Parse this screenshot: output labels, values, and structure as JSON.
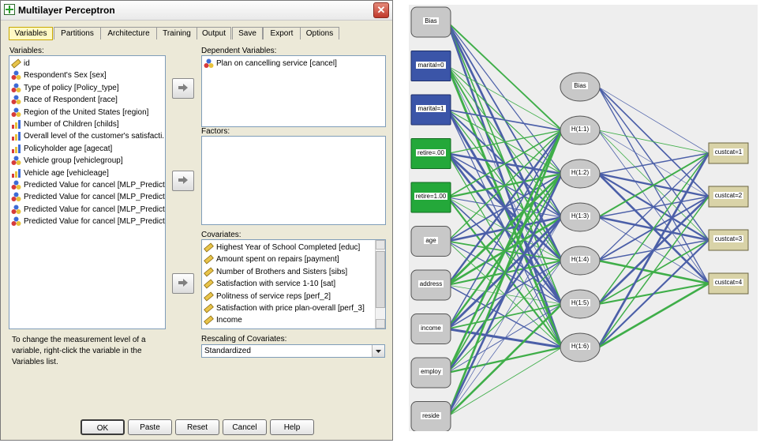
{
  "window": {
    "title": "Multilayer Perceptron"
  },
  "tabs": [
    {
      "label": "Variables"
    },
    {
      "label": "Partitions"
    },
    {
      "label": "Architecture"
    },
    {
      "label": "Training"
    },
    {
      "label": "Output"
    },
    {
      "label": "Save"
    },
    {
      "label": "Export"
    },
    {
      "label": "Options"
    }
  ],
  "variables": {
    "label": "Variables:",
    "items": [
      {
        "text": "id",
        "icon": "ruler-icon"
      },
      {
        "text": "Respondent's Sex [sex]",
        "icon": "nominal-icon"
      },
      {
        "text": "Type of policy [Policy_type]",
        "icon": "nominal-icon"
      },
      {
        "text": "Race of Respondent [race]",
        "icon": "nominal-icon"
      },
      {
        "text": "Region of the United States [region]",
        "icon": "nominal-icon"
      },
      {
        "text": "Number of Children [childs]",
        "icon": "ordinal-icon"
      },
      {
        "text": "Overall level of the customer's satisfacti...",
        "icon": "ordinal-icon"
      },
      {
        "text": "Policyholder age [agecat]",
        "icon": "ordinal-icon"
      },
      {
        "text": "Vehicle group [vehiclegroup]",
        "icon": "nominal-icon"
      },
      {
        "text": "Vehicle age [vehicleage]",
        "icon": "ordinal-icon"
      },
      {
        "text": "Predicted Value for cancel [MLP_Predict...",
        "icon": "nominal-icon"
      },
      {
        "text": "Predicted Value for cancel [MLP_Predict...",
        "icon": "nominal-icon"
      },
      {
        "text": "Predicted Value for cancel [MLP_Predict...",
        "icon": "nominal-icon"
      },
      {
        "text": "Predicted Value for cancel [MLP_Predict...",
        "icon": "nominal-icon"
      }
    ]
  },
  "dependent": {
    "label": "Dependent Variables:",
    "items": [
      {
        "text": "Plan on cancelling service [cancel]",
        "icon": "nominal-icon"
      }
    ]
  },
  "factors": {
    "label": "Factors:",
    "items": []
  },
  "covariates": {
    "label": "Covariates:",
    "items": [
      {
        "text": "Highest Year of School Completed [educ]",
        "icon": "ruler-icon"
      },
      {
        "text": "Amount spent on repairs [payment]",
        "icon": "ruler-icon"
      },
      {
        "text": "Number of Brothers and Sisters [sibs]",
        "icon": "ruler-icon"
      },
      {
        "text": "Satisfaction with service 1-10 [sat]",
        "icon": "ruler-icon"
      },
      {
        "text": "Politness of service reps [perf_2]",
        "icon": "ruler-icon"
      },
      {
        "text": "Satisfaction with price plan-overall [perf_3]",
        "icon": "ruler-icon"
      },
      {
        "text": "Income",
        "icon": "ruler-icon"
      }
    ]
  },
  "hint": "To change the measurement level of a variable, right-click the variable in the Variables list.",
  "rescaling": {
    "label": "Rescaling of Covariates:",
    "value": "Standardized"
  },
  "buttons": {
    "ok": "OK",
    "paste": "Paste",
    "reset": "Reset",
    "cancel": "Cancel",
    "help": "Help"
  },
  "network": {
    "input_nodes": [
      "Bias",
      "marital=0",
      "marital=1",
      "retire=.00",
      "retire=1.00",
      "age",
      "address",
      "income",
      "employ",
      "reside"
    ],
    "hidden_nodes": [
      "Bias",
      "H(1:1)",
      "H(1:2)",
      "H(1:3)",
      "H(1:4)",
      "H(1:5)",
      "H(1:6)"
    ],
    "output_nodes": [
      "custcat=1",
      "custcat=2",
      "custcat=3",
      "custcat=4"
    ],
    "colors": {
      "positive": "#3fae49",
      "negative": "#4b5fa8",
      "factor_blue": "#3b55a8",
      "factor_green": "#24a83a",
      "covariate": "#c8c8c8",
      "output": "#d9d3a8"
    }
  }
}
